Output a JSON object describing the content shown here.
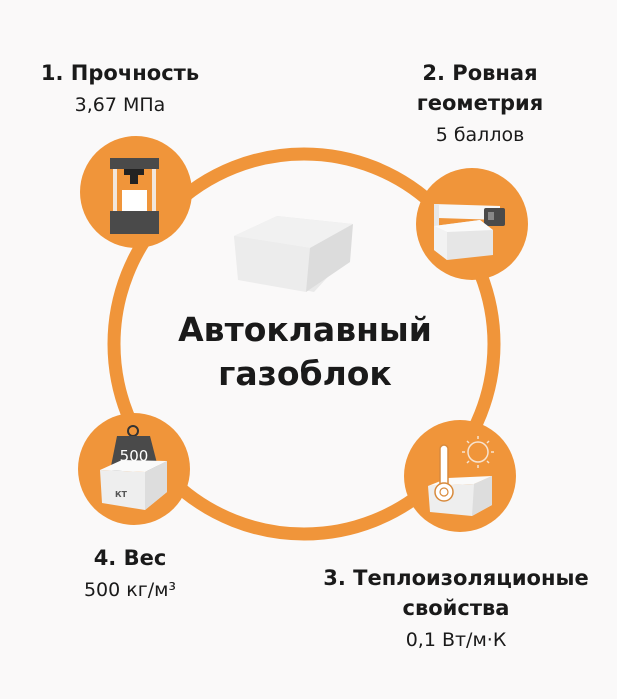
{
  "center": {
    "title_line1": "Автоклавный",
    "title_line2": "газоблок",
    "image": "aerated-concrete-block"
  },
  "colors": {
    "accent": "#F0953A",
    "icon_dark": "#4a4a4a",
    "block_white": "#f4f4f4",
    "background": "#faf9f9",
    "text": "#1a1a1a"
  },
  "properties": [
    {
      "index": 1,
      "title": "1. Прочность",
      "value": "3,67 МПа",
      "icon": "press-icon"
    },
    {
      "index": 2,
      "title_line1": "2. Ровная",
      "title_line2": "геометрия",
      "value": "5 баллов",
      "icon": "geometry-measure-icon"
    },
    {
      "index": 3,
      "title_line1": "3. Теплоизоляционые",
      "title_line2": "свойства",
      "value": "0,1 Вт/м·К",
      "icon": "thermometer-sun-icon"
    },
    {
      "index": 4,
      "title": "4. Вес",
      "value": "500 кг/м³",
      "icon": "weight-icon",
      "weight_label": "500",
      "block_label": "КТ"
    }
  ]
}
